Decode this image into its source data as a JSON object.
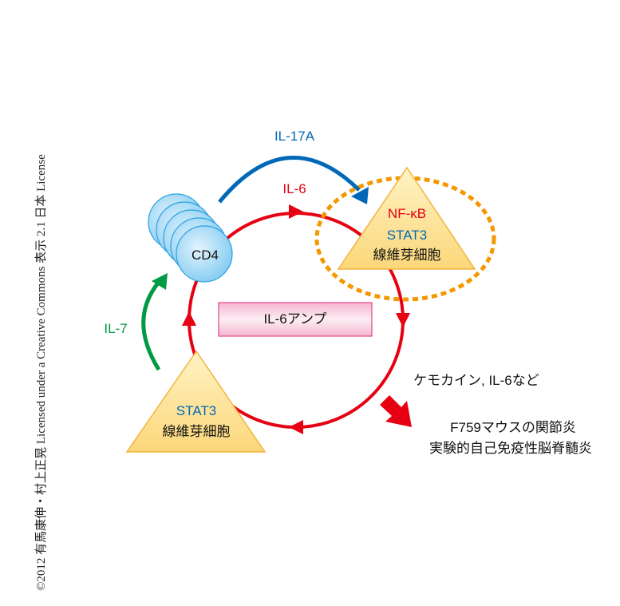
{
  "copyright": "©2012 有馬康伸・村上正晃 Licensed under a Creative Commons 表示 2.1 日本 License",
  "labels": {
    "il17a": "IL-17A",
    "il6": "IL-6",
    "il7": "IL-7",
    "cd4": "CD4",
    "amp": "IL-6アンプ",
    "nfkb": "NF-κB",
    "stat3_right": "STAT3",
    "fibro_right": "線維芽細胞",
    "stat3_left": "STAT3",
    "fibro_left": "線維芽細胞",
    "output": "ケモカイン, IL-6など",
    "disease1": "F759マウスの関節炎",
    "disease2": "実験的自己免疫性脳脊髄炎"
  },
  "colors": {
    "red": "#e60012",
    "blue": "#0068b7",
    "green": "#009944",
    "orange": "#f39800",
    "cell": "#8fd0f3",
    "triangle": "#fde49a"
  }
}
